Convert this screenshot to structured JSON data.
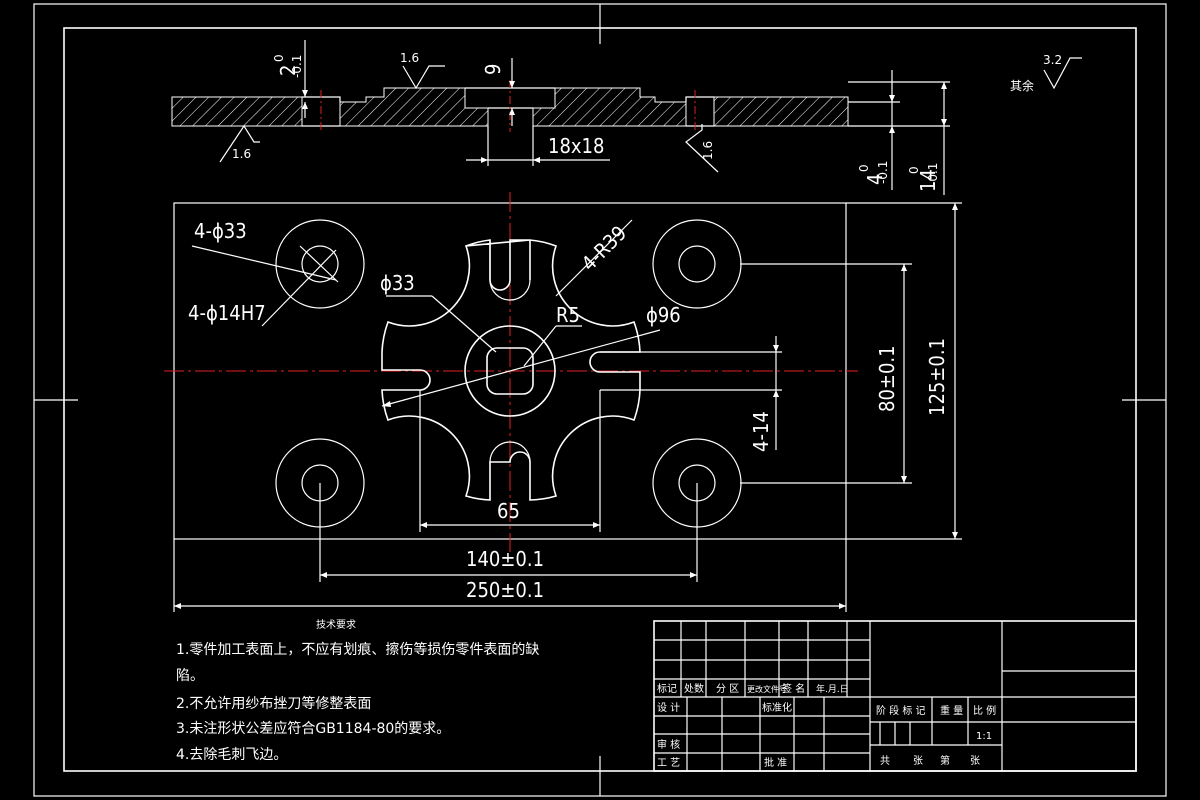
{
  "section_view": {
    "dim_depth_2": "2",
    "dim_depth_2_tol_upper": "0",
    "dim_depth_2_tol_lower": "-0.1",
    "roughness_top": "1.6",
    "roughness_bottom_left": "1.6",
    "roughness_bottom_right": "1.6",
    "dim_9": "9",
    "dim_18x18": "18x18",
    "dim_4": "4",
    "dim_4_tol_upper": "0",
    "dim_4_tol_lower": "-0.1",
    "dim_14": "14",
    "dim_14_tol_upper": "0",
    "dim_14_tol_lower": "-0.1"
  },
  "roughness_note": {
    "value": "3.2",
    "label": "其余"
  },
  "plan_view": {
    "dim_4_phi33": "4-ϕ33",
    "dim_4_phi14h7": "4-ϕ14H7",
    "dim_phi33": "ϕ33",
    "dim_4_r39": "4-R39",
    "dim_r5": "R5",
    "dim_phi96": "ϕ96",
    "dim_4_14": "4-14",
    "dim_80": "80±0.1",
    "dim_125": "125±0.1",
    "dim_65": "65",
    "dim_140": "140±0.1",
    "dim_250": "250±0.1"
  },
  "technical_requirements": {
    "title": "技术要求",
    "items": [
      "1.零件加工表面上，不应有划痕、擦伤等损伤零件表面的缺",
      "陷。",
      "2.不允许用纱布挫刀等修整表面",
      "3.未注形状公差应符合GB1184-80的要求。",
      "4.去除毛刺飞边。"
    ]
  },
  "title_block": {
    "biaoji": "标记",
    "chushu": "处数",
    "fenqu": "分 区",
    "gaiwenjian": "更改文件号",
    "qianming": "签 名",
    "nianyueri": "年.月.日",
    "sheji": "设 计",
    "biaozhunhua": "标准化",
    "shenhe": "审 核",
    "gongyi": "工 艺",
    "pizhun": "批 准",
    "jieduan": "阶 段 标 记",
    "zhongliang": "重 量",
    "bili": "比 例",
    "bili_value": "1:1",
    "gong": "共",
    "zhang1": "张",
    "di": "第",
    "zhang2": "张"
  }
}
